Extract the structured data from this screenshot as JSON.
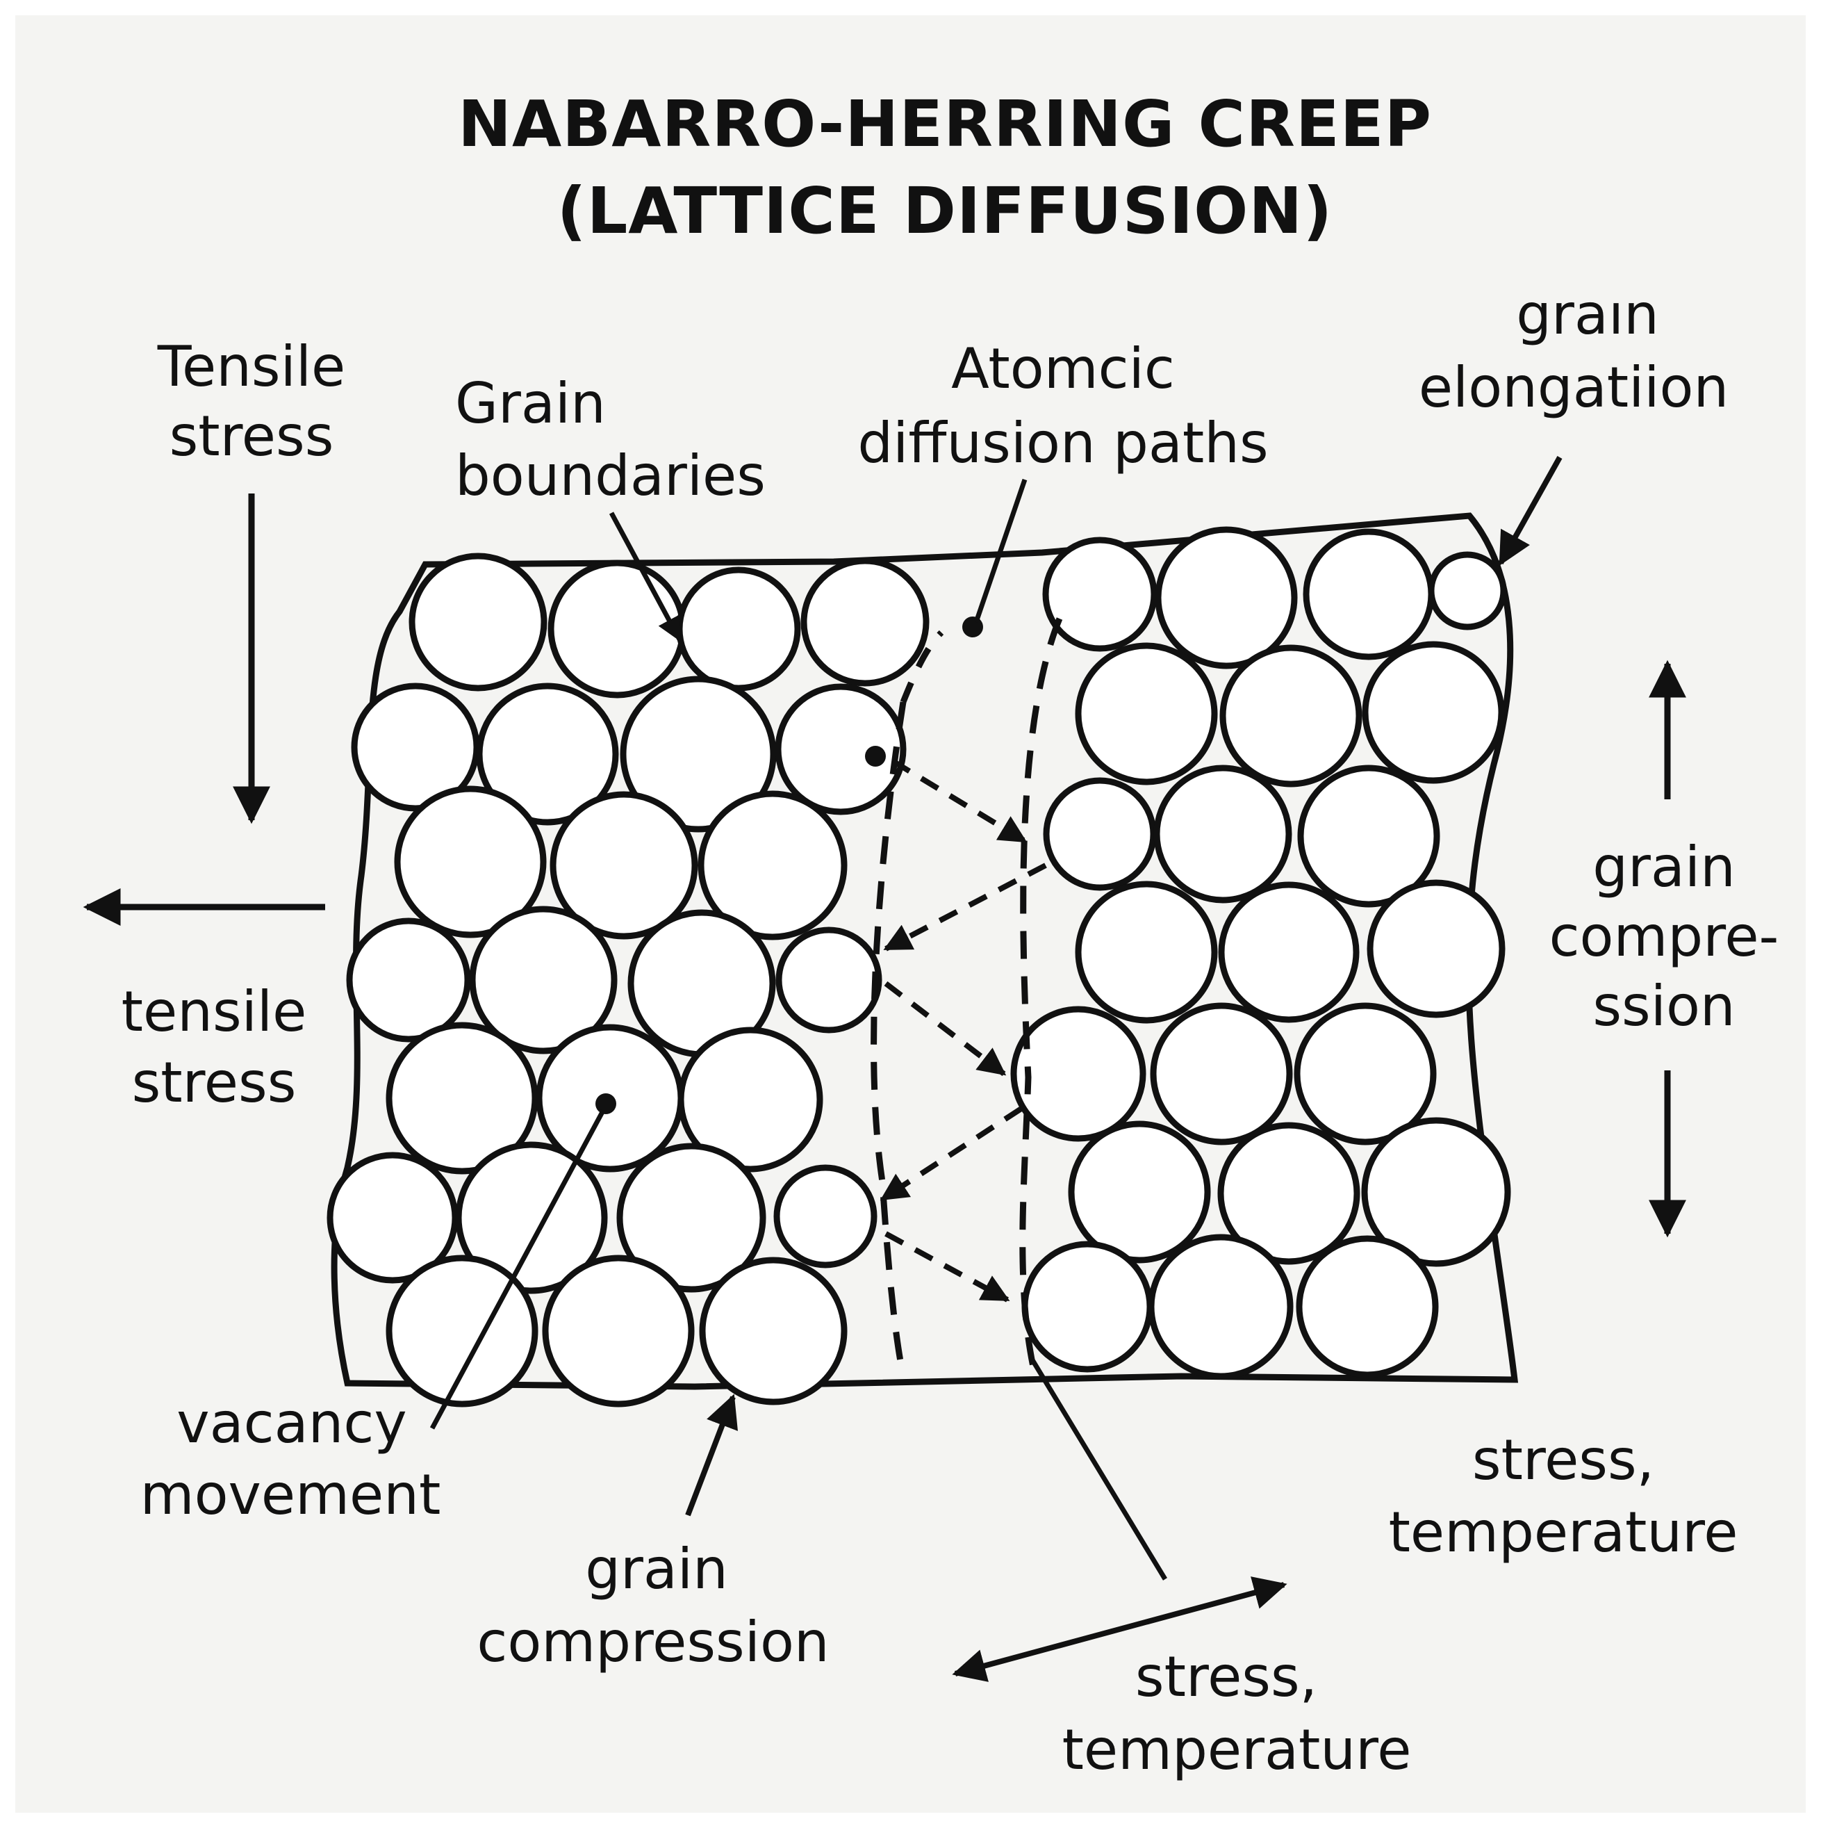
{
  "colors": {
    "background": "#f4f4f2",
    "ink": "#111111"
  },
  "title": {
    "line1": "NABARRO-HERRING CREEP",
    "line2": "(LATTICE DIFFUSION)"
  },
  "labels": {
    "tensile_top": [
      "Tensile",
      "stress"
    ],
    "tensile_left": [
      "tensile",
      "stress"
    ],
    "grain_boundaries": [
      "Grain",
      "boundaries"
    ],
    "atomic_paths": [
      "Atomcic",
      "diffusion paths"
    ],
    "grain_elongation": [
      "graın",
      "elongatiion"
    ],
    "grain_compression_right": [
      "grain",
      "compre-",
      "ssion"
    ],
    "vacancy_movement": [
      "vacancy",
      "movement"
    ],
    "grain_compression_bottom": [
      "grain",
      "compression"
    ],
    "stress_temp_right": [
      "stress,",
      "temperature"
    ],
    "stress_temp_bottom": [
      "stress,",
      "temperature"
    ]
  }
}
